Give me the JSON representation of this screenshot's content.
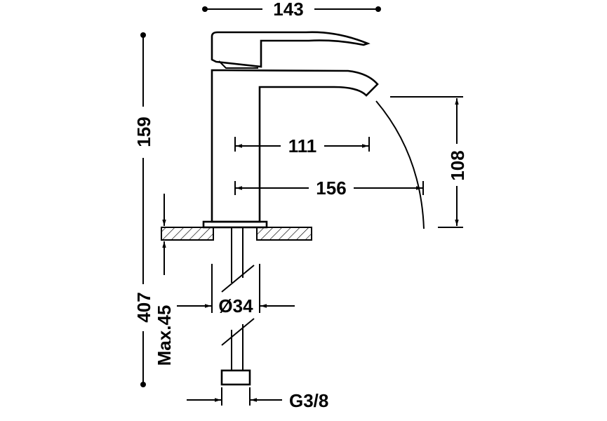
{
  "drawing": {
    "ink_color": "#000000",
    "background_color": "#ffffff",
    "dimensions": {
      "overall_width": "143",
      "overall_height": "159",
      "spout_reach": "111",
      "water_projection": "156",
      "spout_height": "108",
      "total_height": "407",
      "max_deck_thickness": "Max.45",
      "hole_diameter": "Ø34",
      "connection_thread": "G3/8"
    }
  }
}
